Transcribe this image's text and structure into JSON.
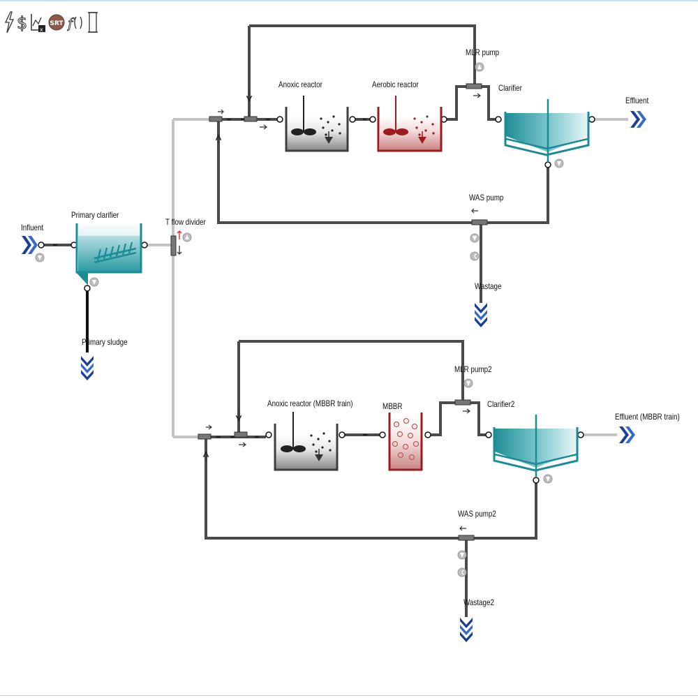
{
  "toolbar": {
    "buttons": [
      {
        "name": "lightning-icon",
        "glyph": "ϟ"
      },
      {
        "name": "dollar-icon",
        "glyph": "$"
      },
      {
        "name": "chart-export-icon",
        "glyph": "Lx"
      },
      {
        "name": "srt-icon",
        "text": "SRT"
      },
      {
        "name": "function-icon",
        "glyph": "f(x)"
      },
      {
        "name": "column-icon",
        "glyph": "▯"
      }
    ]
  },
  "labels": {
    "influent": "Influent",
    "primary_clarifier": "Primary clarifier",
    "primary_sludge": "Primary sludge",
    "t_flow_divider": "T flow divider",
    "anoxic_reactor": "Anoxic reactor",
    "aerobic_reactor": "Aerobic reactor",
    "mlr_pump": "MLR pump",
    "clarifier": "Clarifier",
    "effluent": "Effluent",
    "was_pump": "WAS pump",
    "wastage": "Wastage",
    "anoxic_reactor_mbbr": "Anoxic reactor (MBBR train)",
    "mbbr": "MBBR",
    "mlr_pump2": "MLR pump2",
    "clarifier2": "Clarifier2",
    "effluent_mbbr": "Effluent (MBBR train)",
    "was_pump2": "WAS pump2",
    "wastage2": "Wastage2"
  },
  "colors": {
    "pipe_dark": "#4a4a4a",
    "pipe_light": "#c4c4c4",
    "teal": "#1a8c96",
    "red_reactor": "#9b1b1f",
    "grey_reactor": "#3e3e3e",
    "chevron_blue": "#1c3f96"
  }
}
